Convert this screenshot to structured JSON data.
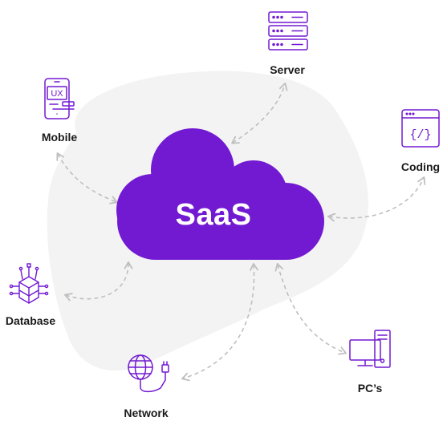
{
  "center": {
    "label": "SaaS"
  },
  "nodes": {
    "server": {
      "label": "Server",
      "icon": "server-icon"
    },
    "mobile": {
      "label": "Mobile",
      "icon": "mobile-ux-icon"
    },
    "coding": {
      "label": "Coding",
      "icon": "code-window-icon"
    },
    "database": {
      "label": "Database",
      "icon": "database-icon"
    },
    "network": {
      "label": "Network",
      "icon": "network-globe-icon"
    },
    "pcs": {
      "label": "PC’s",
      "icon": "desktop-pc-icon"
    }
  },
  "colors": {
    "accent": "#7219d2",
    "blob": "#f3f3f3",
    "connector": "#bfbfbf",
    "text": "#1a1a1a"
  }
}
